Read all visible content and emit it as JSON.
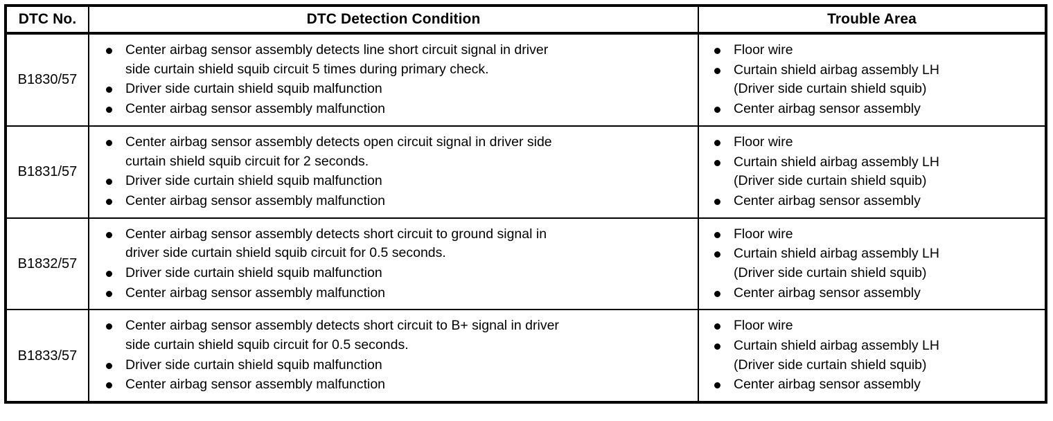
{
  "table": {
    "headers": [
      {
        "key": "dtc_no",
        "label": "DTC No."
      },
      {
        "key": "detection_condition",
        "label": "DTC Detection Condition"
      },
      {
        "key": "trouble_area",
        "label": "Trouble Area"
      }
    ],
    "rows": [
      {
        "dtc_no": "B1830/57",
        "detection_condition": [
          {
            "line1": "Center airbag sensor assembly detects line short circuit signal in driver",
            "line2": "side curtain shield squib circuit 5 times during primary check."
          },
          {
            "line1": "Driver side curtain shield squib malfunction"
          },
          {
            "line1": "Center airbag sensor assembly malfunction"
          }
        ],
        "trouble_area": [
          {
            "line1": "Floor wire"
          },
          {
            "line1": "Curtain shield airbag assembly LH",
            "line2": "(Driver side curtain shield squib)"
          },
          {
            "line1": "Center airbag sensor assembly"
          }
        ]
      },
      {
        "dtc_no": "B1831/57",
        "detection_condition": [
          {
            "line1": "Center airbag sensor assembly detects open circuit signal in driver side",
            "line2": "curtain shield squib circuit for 2 seconds."
          },
          {
            "line1": "Driver side curtain shield squib malfunction"
          },
          {
            "line1": "Center airbag sensor assembly malfunction"
          }
        ],
        "trouble_area": [
          {
            "line1": "Floor wire"
          },
          {
            "line1": "Curtain shield airbag assembly LH",
            "line2": "(Driver side curtain shield squib)"
          },
          {
            "line1": "Center airbag sensor assembly"
          }
        ]
      },
      {
        "dtc_no": "B1832/57",
        "detection_condition": [
          {
            "line1": "Center airbag sensor assembly detects short circuit to ground signal in",
            "line2": "driver side curtain shield squib circuit for 0.5 seconds."
          },
          {
            "line1": "Driver side curtain shield squib malfunction"
          },
          {
            "line1": "Center airbag sensor assembly malfunction"
          }
        ],
        "trouble_area": [
          {
            "line1": "Floor wire"
          },
          {
            "line1": "Curtain shield airbag assembly LH",
            "line2": "(Driver side curtain shield squib)"
          },
          {
            "line1": "Center airbag sensor assembly"
          }
        ]
      },
      {
        "dtc_no": "B1833/57",
        "detection_condition": [
          {
            "line1": "Center airbag sensor assembly detects short circuit to B+ signal in driver",
            "line2": "side curtain shield squib circuit for 0.5 seconds."
          },
          {
            "line1": "Driver side curtain shield squib malfunction"
          },
          {
            "line1": "Center airbag sensor assembly malfunction"
          }
        ],
        "trouble_area": [
          {
            "line1": "Floor wire"
          },
          {
            "line1": "Curtain shield airbag assembly LH",
            "line2": "(Driver side curtain shield squib)"
          },
          {
            "line1": "Center airbag sensor assembly"
          }
        ]
      }
    ]
  },
  "colors": {
    "border": "#000000",
    "text": "#000000",
    "background": "#ffffff"
  }
}
